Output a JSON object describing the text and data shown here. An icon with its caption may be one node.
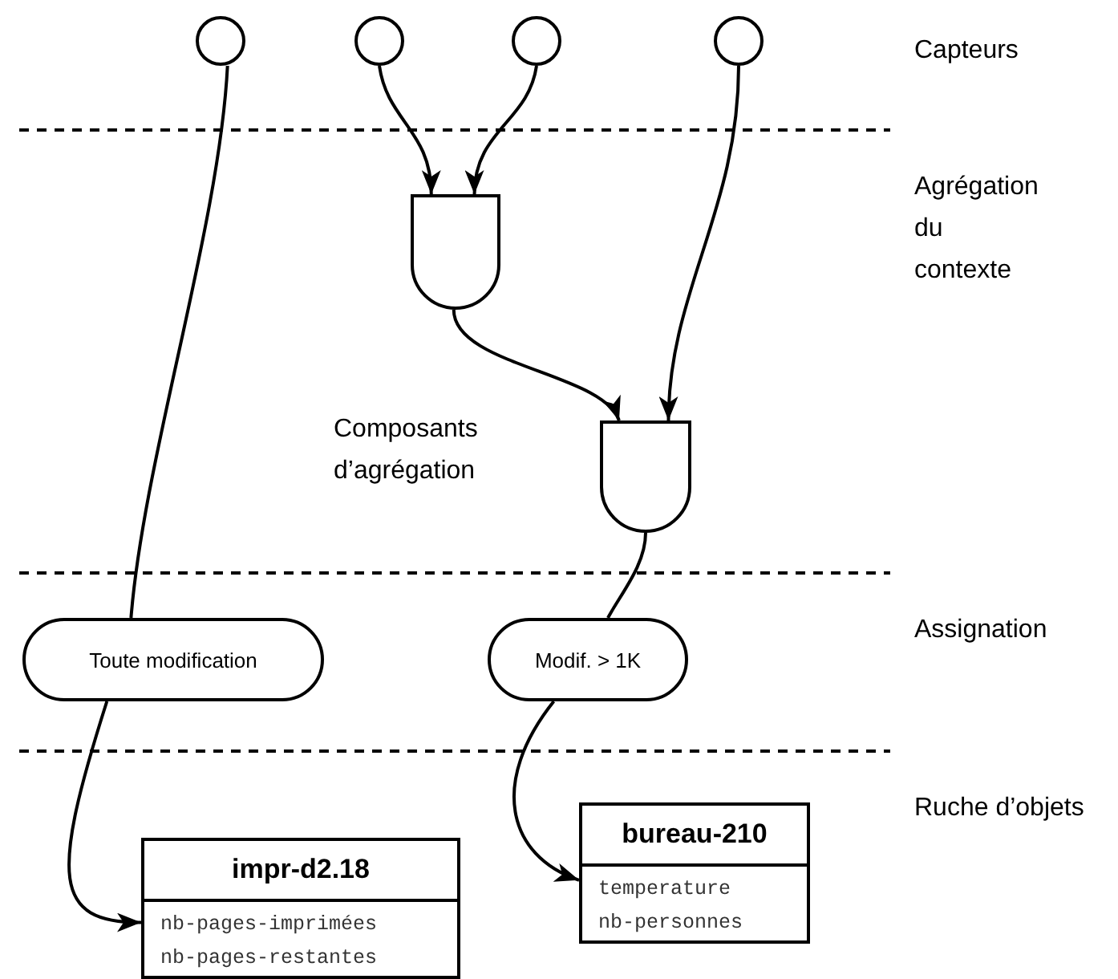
{
  "diagram": {
    "nodes": [
      {
        "text": [],
        "shape": "circle"
      },
      {
        "text": [],
        "shape": "circle"
      },
      {
        "text": [],
        "shape": "circle"
      },
      {
        "text": [],
        "shape": "circle"
      },
      {
        "text": [],
        "shape": "gate"
      },
      {
        "text": [],
        "shape": "gate"
      },
      {
        "text": [
          "Toute modification"
        ]
      },
      {
        "text": [
          "Modif. > 1K"
        ]
      },
      {
        "text": [
          "impr-d2.18",
          "nb-pages-imprimées",
          "nb-pages-restantes"
        ]
      },
      {
        "text": [
          "bureau-210",
          "temperature",
          "nb-personnes"
        ]
      }
    ],
    "edges": [
      {
        "from": 0,
        "to": 6,
        "arrow": "none"
      },
      {
        "from": 6,
        "to": 8,
        "arrow": "to"
      },
      {
        "from": 1,
        "to": 4,
        "arrow": "to"
      },
      {
        "from": 2,
        "to": 4,
        "arrow": "to"
      },
      {
        "from": 4,
        "to": 5,
        "arrow": "to"
      },
      {
        "from": 3,
        "to": 5,
        "arrow": "to"
      },
      {
        "from": 5,
        "to": 7,
        "arrow": "none"
      },
      {
        "from": 7,
        "to": 9,
        "arrow": "to"
      }
    ],
    "labels": [
      "Capteurs",
      "Agrégation du contexte",
      "Composants d’agrégation",
      "Assignation",
      "Ruche d’objets"
    ]
  }
}
